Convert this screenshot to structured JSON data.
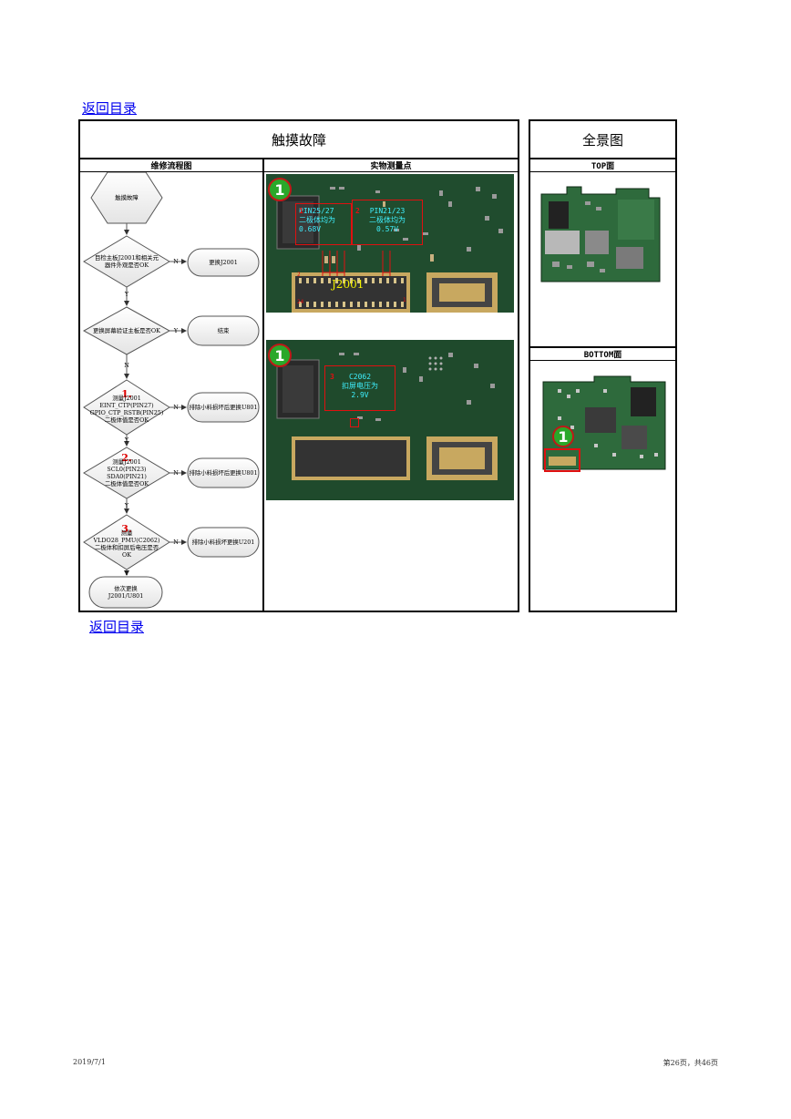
{
  "nav": {
    "back_link_top": "返回目录",
    "back_link_bottom": "返回目录"
  },
  "main": {
    "title": "触摸故障",
    "col_flow": "维修流程图",
    "col_photo": "实物测量点"
  },
  "side": {
    "title": "全景图",
    "top_label": "TOP面",
    "bottom_label": "BOTTOM面"
  },
  "flow": {
    "start": "触摸故障",
    "q1": "目检主板J2001和相关元\n器件外观是否OK",
    "a1": "更换J2001",
    "q2": "更换屏幕验证主板是否OK",
    "a2": "结束",
    "q3_num": "1.",
    "q3": "测量J2001\nEINT_CTP(PIN27)\nGPIO_CTP_RSTB(PIN25)\n二极体值是否OK",
    "a3": "排除小料损坏后更换U801",
    "q4_num": "2.",
    "q4": "测量J2001\nSCL0(PIN23)\nSDA0(PIN21)\n二极体值是否OK",
    "a4": "排除小料损坏后更换U801",
    "q5_num": "3.",
    "q5": "测量\nVLDO28_PMU(C2062)\n二极体和扣屏后电压是否\nOK",
    "a5": "排除小料损坏更换U201",
    "end": "依次更换\nJ2001/U801",
    "yes": "Y",
    "no": "N"
  },
  "photo1": {
    "marker": "1",
    "label_left": "PIN25/27\n二极体均为\n0.68V",
    "label_right": "PIN21/23\n二极体均为\n0.57V",
    "num_left": "1",
    "num_right": "2",
    "connector": "J2001",
    "pin_tl": "2",
    "pin_bl": "24",
    "pin_br": "1"
  },
  "photo2": {
    "marker": "1",
    "num": "3",
    "label": "C2062\n扣屏电压为\n2.9V"
  },
  "overview": {
    "bottom_marker": "1"
  },
  "footer": {
    "date": "2019/7/1",
    "page": "第26页，共46页"
  },
  "colors": {
    "pcb": "#1f4a2c",
    "pcb_dark": "#143820",
    "label": "#3ff0ff",
    "marker_red": "#e01010",
    "marker_green": "#2aa82a",
    "link": "#0000ee"
  }
}
